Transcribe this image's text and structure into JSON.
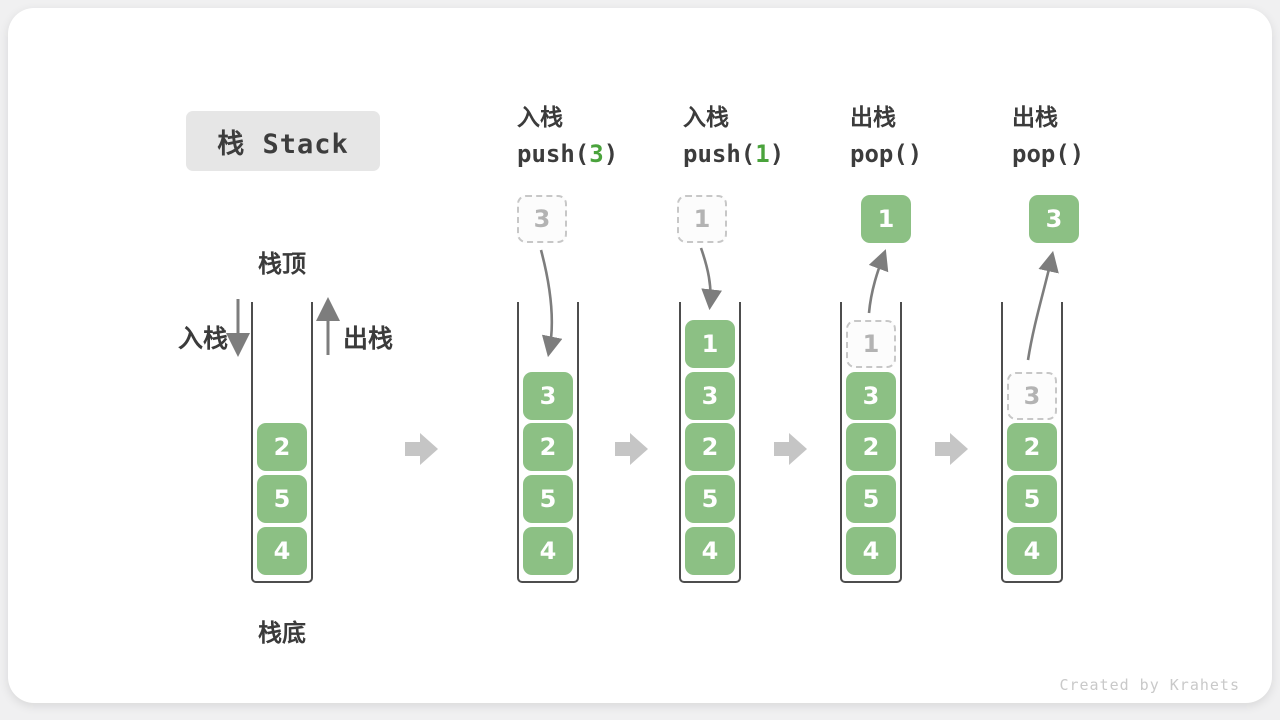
{
  "title": "栈 Stack",
  "watermark": "Created by Krahets",
  "legend": {
    "top": "栈顶",
    "bottom": "栈底",
    "push": "入栈",
    "pop": "出栈"
  },
  "colors": {
    "card_bg": "#ffffff",
    "page_bg": "#f0f0f1",
    "element_green": "#8cc084",
    "arg_green": "#4aa33c",
    "ghost_border": "#c7c7c7",
    "ghost_text": "#b3b3b3",
    "label_text": "#3b3b3b",
    "flow_arrow_gray": "#c5c5c5",
    "motion_arrow_gray": "#7d7d7d",
    "title_bg": "#e6e6e6"
  },
  "steps": [
    {
      "name": "initial",
      "items": [
        "2",
        "5",
        "4"
      ]
    },
    {
      "name": "push-3",
      "op_cn": "入栈",
      "op_fn": "push(",
      "op_arg": "3",
      "op_close": ")",
      "floating": "3",
      "items": [
        "3",
        "2",
        "5",
        "4"
      ]
    },
    {
      "name": "push-1",
      "op_cn": "入栈",
      "op_fn": "push(",
      "op_arg": "1",
      "op_close": ")",
      "floating": "1",
      "items": [
        "1",
        "3",
        "2",
        "5",
        "4"
      ]
    },
    {
      "name": "pop-1",
      "op_cn": "出栈",
      "op_fn": "pop()",
      "floating": "1",
      "ghost": "1",
      "items": [
        "3",
        "2",
        "5",
        "4"
      ]
    },
    {
      "name": "pop-3",
      "op_cn": "出栈",
      "op_fn": "pop()",
      "floating": "3",
      "ghost": "3",
      "items": [
        "2",
        "5",
        "4"
      ]
    }
  ]
}
